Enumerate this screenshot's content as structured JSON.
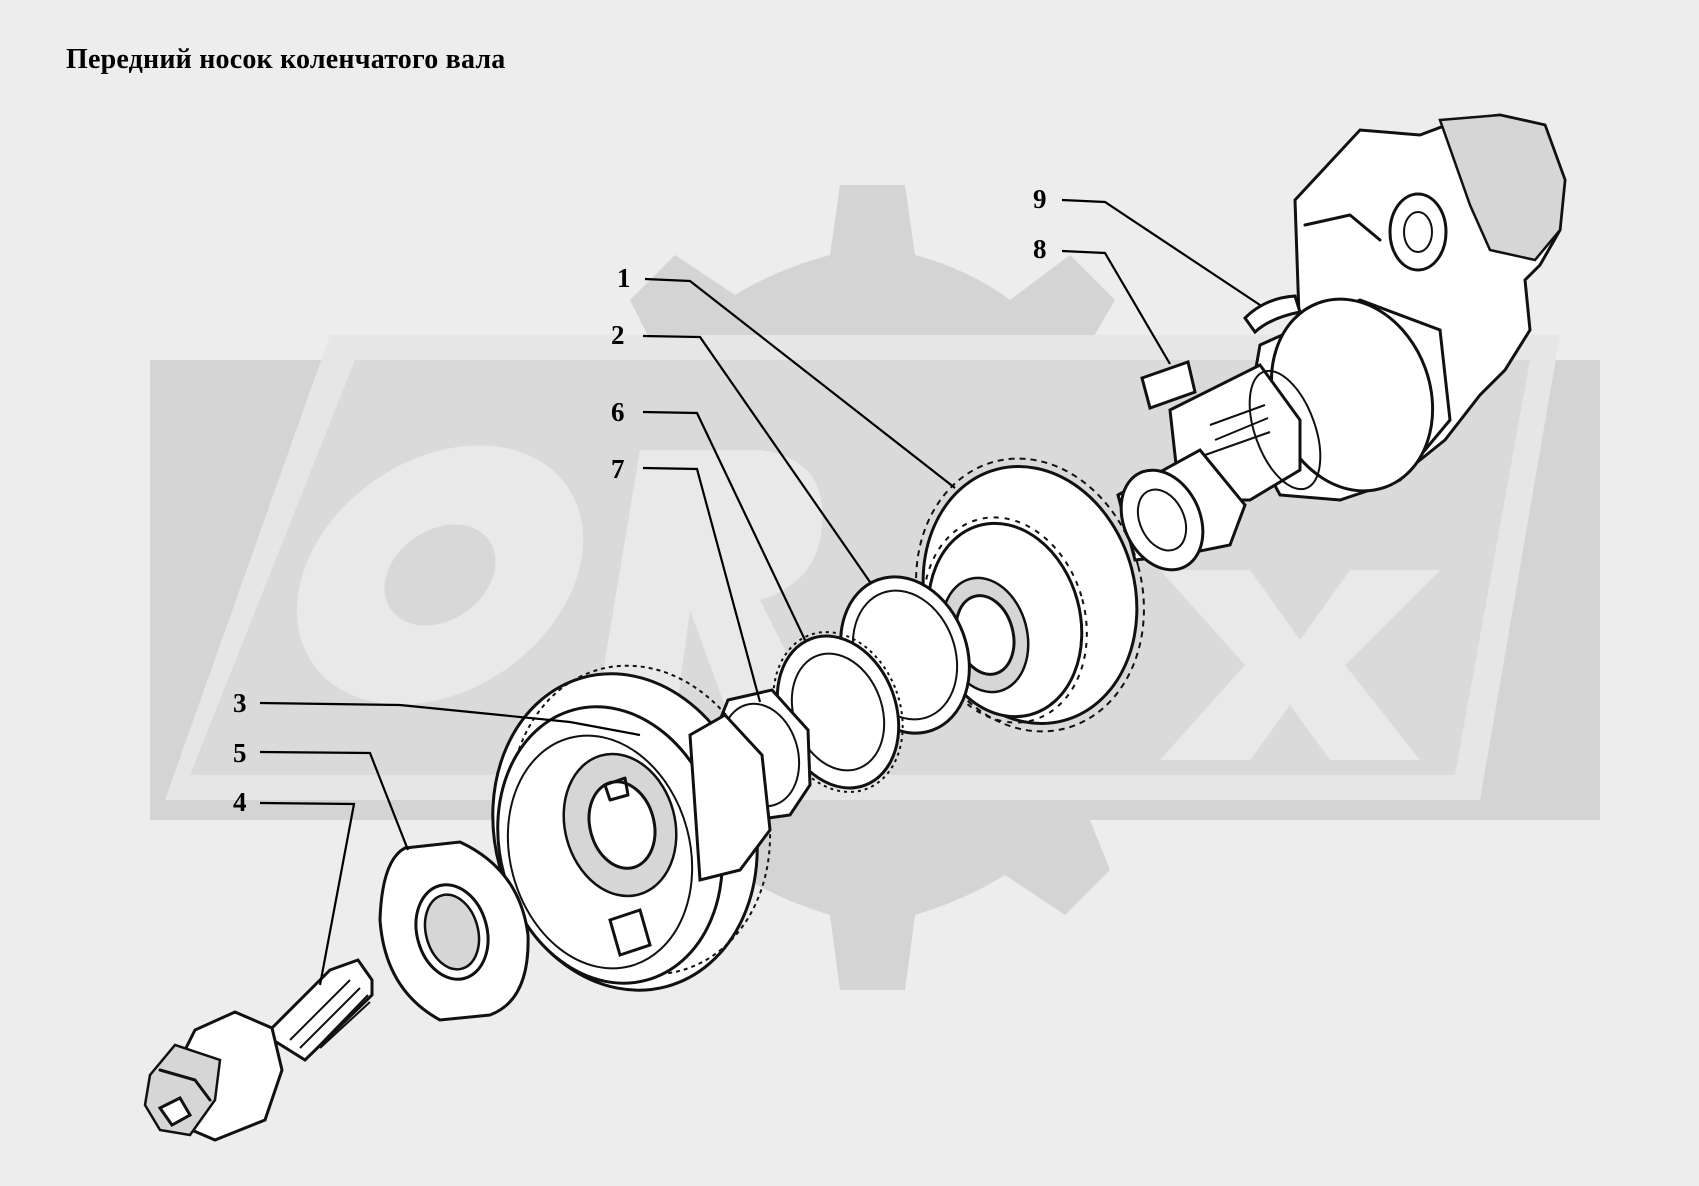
{
  "title": "Передний носок коленчатого вала",
  "watermark_text": "ORIX",
  "callouts": [
    {
      "id": "1",
      "label": "1"
    },
    {
      "id": "2",
      "label": "2"
    },
    {
      "id": "3",
      "label": "3"
    },
    {
      "id": "4",
      "label": "4"
    },
    {
      "id": "5",
      "label": "5"
    },
    {
      "id": "6",
      "label": "6"
    },
    {
      "id": "7",
      "label": "7"
    },
    {
      "id": "8",
      "label": "8"
    },
    {
      "id": "9",
      "label": "9"
    }
  ],
  "colors": {
    "background": "#ededed",
    "watermark": "#d2d2d2",
    "ink": "#111111"
  }
}
